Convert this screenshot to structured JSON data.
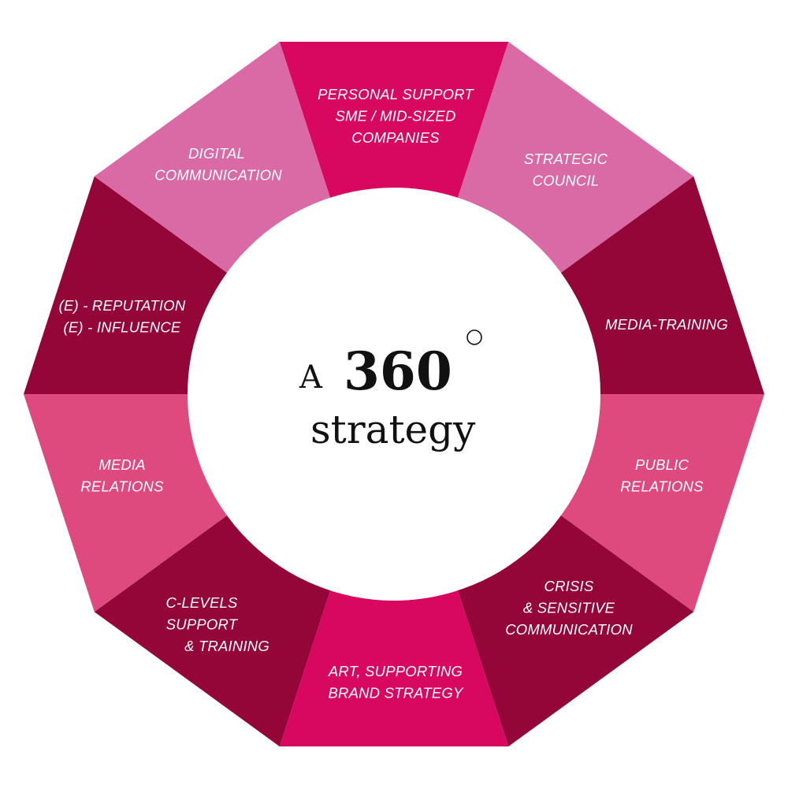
{
  "diagram": {
    "center": {
      "prefix": "A",
      "number": "360",
      "subtitle": "strategy"
    },
    "colors": {
      "magenta": "#d80861",
      "light_pink": "#da6aa6",
      "dark_wine": "#930637",
      "medium_pink": "#df4a7e",
      "hub": "#ffffff",
      "label_text": "#ffffff",
      "center_text": "#111111"
    },
    "segments": [
      {
        "id": "personal-support",
        "color_key": "magenta",
        "lines": [
          "PERSONAL SUPPORT",
          "SME / MID-SIZED",
          "COMPANIES"
        ]
      },
      {
        "id": "strategic-council",
        "color_key": "light_pink",
        "lines": [
          "STRATEGIC",
          "COUNCIL"
        ]
      },
      {
        "id": "media-training",
        "color_key": "dark_wine",
        "lines": [
          "MEDIA-TRAINING"
        ]
      },
      {
        "id": "public-relations",
        "color_key": "medium_pink",
        "lines": [
          "PUBLIC",
          "RELATIONS"
        ]
      },
      {
        "id": "crisis-communication",
        "color_key": "dark_wine",
        "lines": [
          "CRISIS",
          "& SENSITIVE",
          "COMMUNICATION"
        ]
      },
      {
        "id": "art-brand-strategy",
        "color_key": "magenta",
        "lines": [
          "ART,  SUPPORTING",
          "BRAND STRATEGY"
        ]
      },
      {
        "id": "c-levels-support",
        "color_key": "dark_wine",
        "lines": [
          "C-LEVELS",
          "SUPPORT",
          "& TRAINING"
        ]
      },
      {
        "id": "media-relations",
        "color_key": "medium_pink",
        "lines": [
          "MEDIA",
          "RELATIONS"
        ]
      },
      {
        "id": "e-reputation",
        "color_key": "dark_wine",
        "lines": [
          "(E) - REPUTATION",
          "(E) - INFLUENCE"
        ]
      },
      {
        "id": "digital-communication",
        "color_key": "light_pink",
        "lines": [
          "DIGITAL",
          "COMMUNICATION"
        ]
      }
    ]
  }
}
